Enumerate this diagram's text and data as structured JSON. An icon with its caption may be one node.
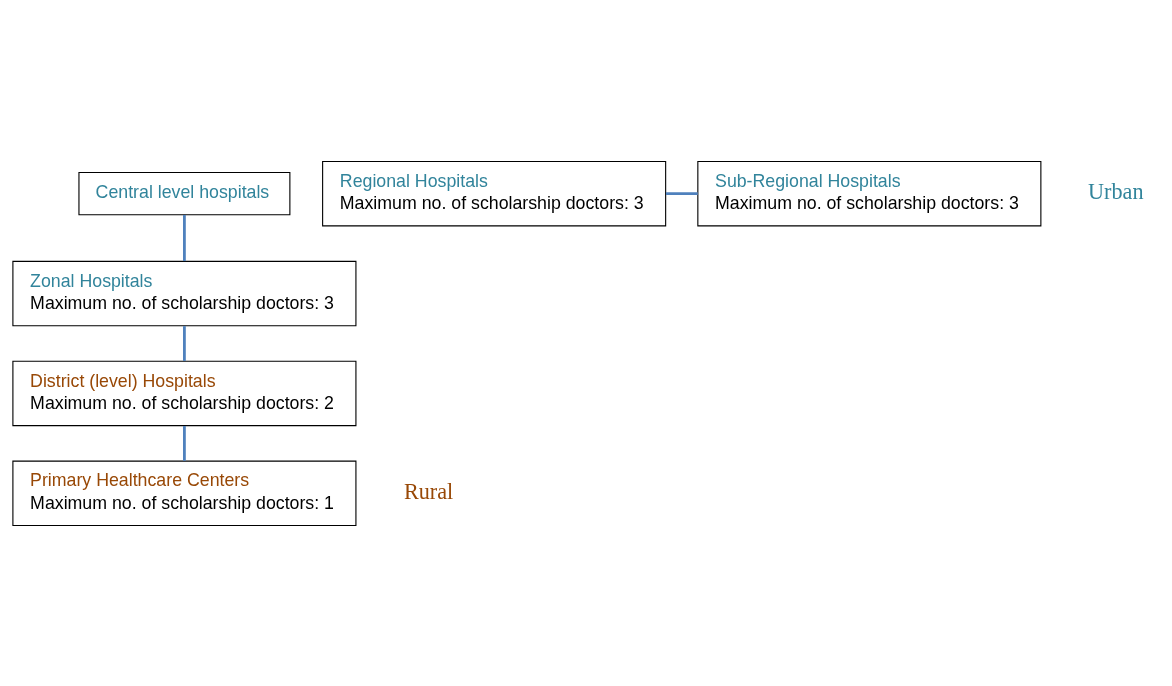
{
  "diagram": {
    "nodes": [
      {
        "text": [
          "Central level hospitals"
        ]
      },
      {
        "text": [
          "Regional Hospitals",
          "Maximum no. of scholarship doctors: 3"
        ]
      },
      {
        "text": [
          "Sub-Regional Hospitals",
          "Maximum no. of scholarship doctors: 3"
        ]
      },
      {
        "text": [
          "Zonal Hospitals",
          "Maximum no. of scholarship doctors: 3"
        ]
      },
      {
        "text": [
          "District (level) Hospitals",
          "Maximum no. of scholarship doctors: 2"
        ]
      },
      {
        "text": [
          "Primary Healthcare Centers",
          "Maximum no. of scholarship doctors: 1"
        ]
      }
    ],
    "edges": [
      {
        "from": 0,
        "to": 3,
        "arrow": "none"
      },
      {
        "from": 1,
        "to": 2,
        "arrow": "none"
      },
      {
        "from": 3,
        "to": 4,
        "arrow": "none"
      },
      {
        "from": 4,
        "to": 5,
        "arrow": "none"
      }
    ],
    "labels": [
      "Urban",
      "Rural"
    ]
  }
}
